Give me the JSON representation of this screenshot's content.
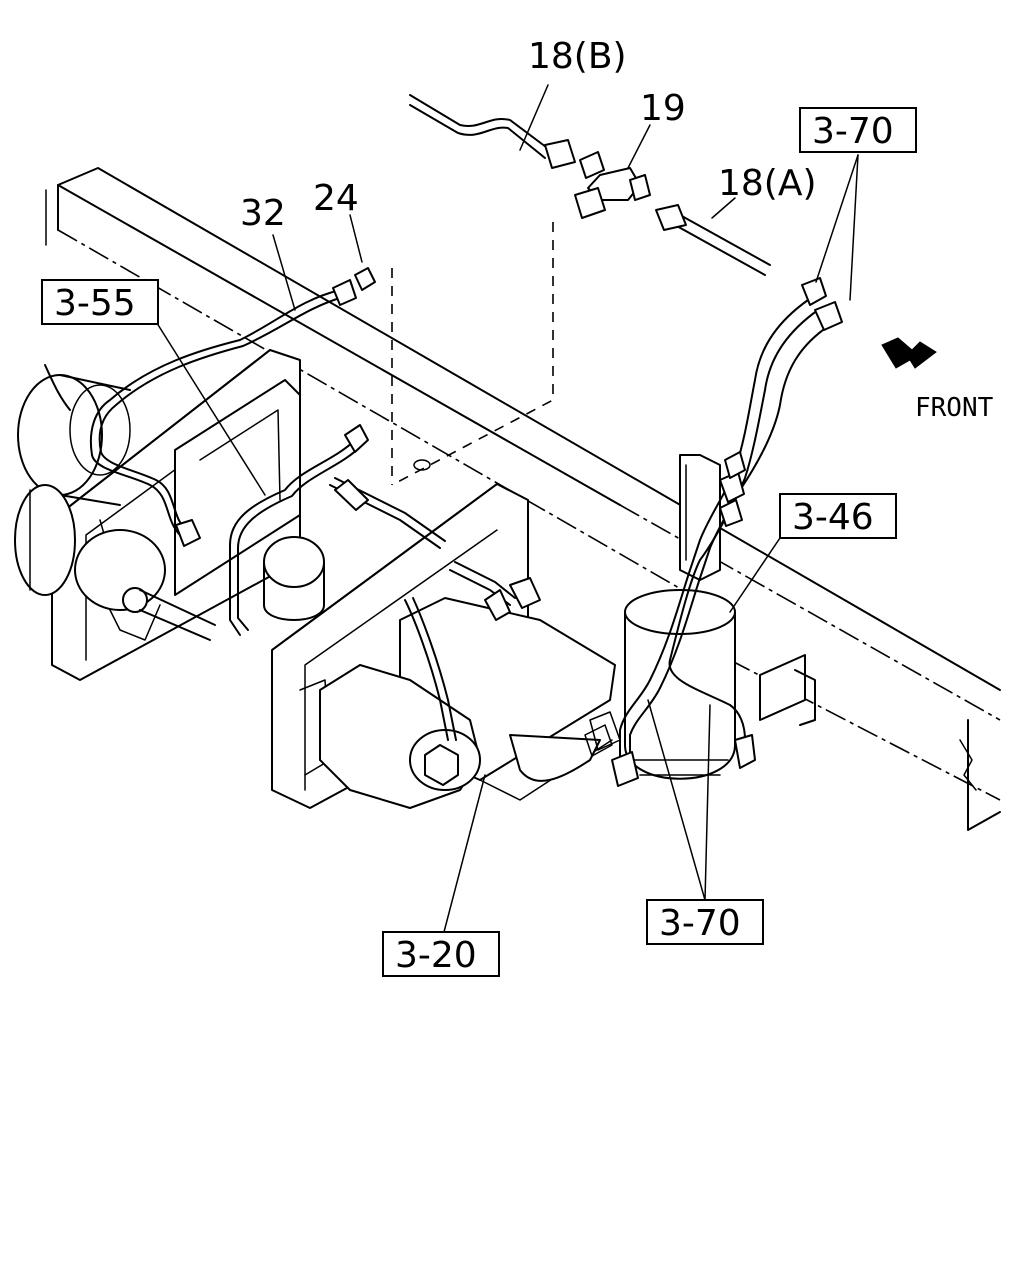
{
  "callouts": {
    "c_18b": "18(B)",
    "c_19": "19",
    "c_18a": "18(A)",
    "c_3_70_top": "3-70",
    "c_32": "32",
    "c_24": "24",
    "c_3_55": "3-55",
    "c_3_46": "3-46",
    "c_3_20": "3-20",
    "c_3_70_bottom": "3-70"
  },
  "direction": {
    "label": "FRONT"
  }
}
